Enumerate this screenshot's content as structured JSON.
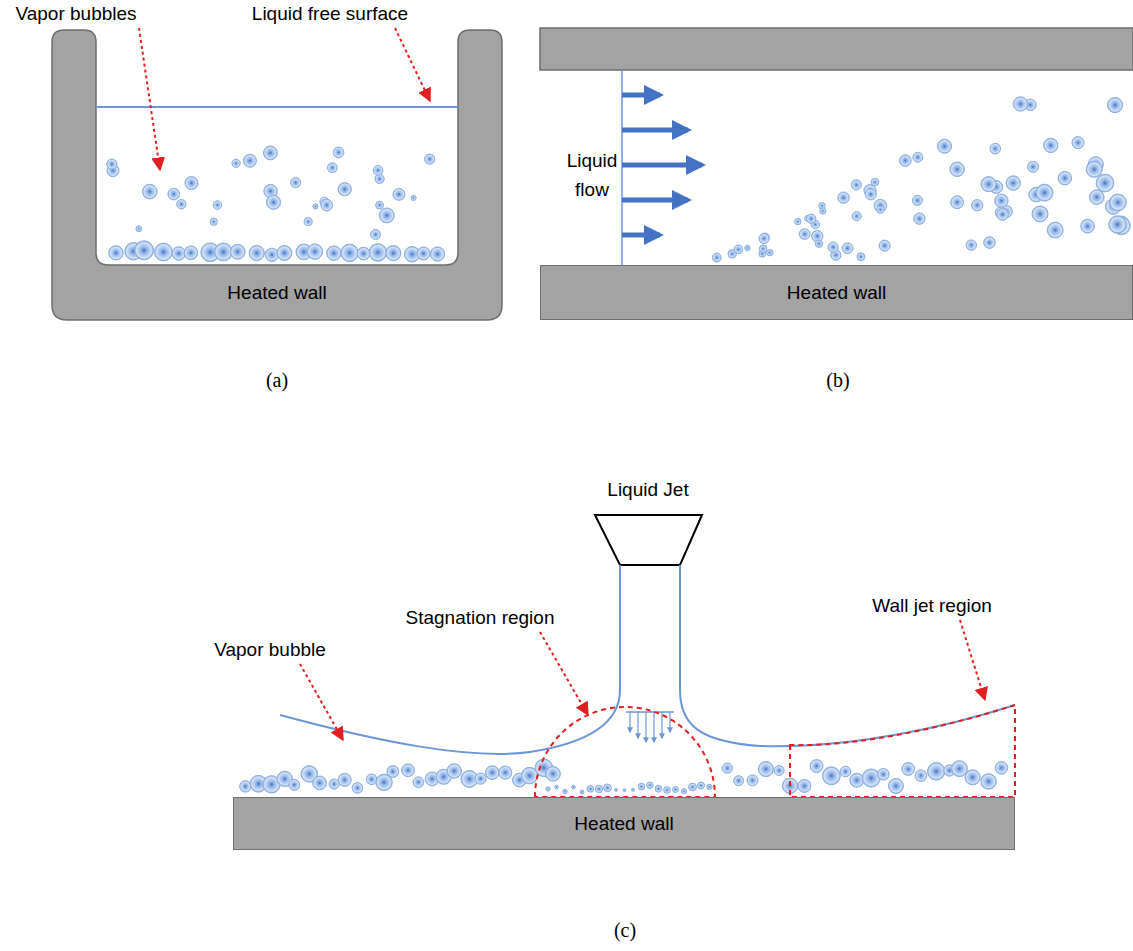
{
  "diagram": {
    "nodes": [
      {
        "text": [
          "Heated wall"
        ]
      },
      {
        "text": [
          "Heated wall"
        ]
      },
      {
        "text": [
          "Heated wall"
        ]
      }
    ],
    "labels": [
      "Vapor bubbles",
      "Liquid free surface",
      "Liquid flow",
      "(a)",
      "(b)",
      "Liquid Jet",
      "Vapor bubble",
      "Stagnation region",
      "Wall jet region",
      "(c)"
    ]
  }
}
